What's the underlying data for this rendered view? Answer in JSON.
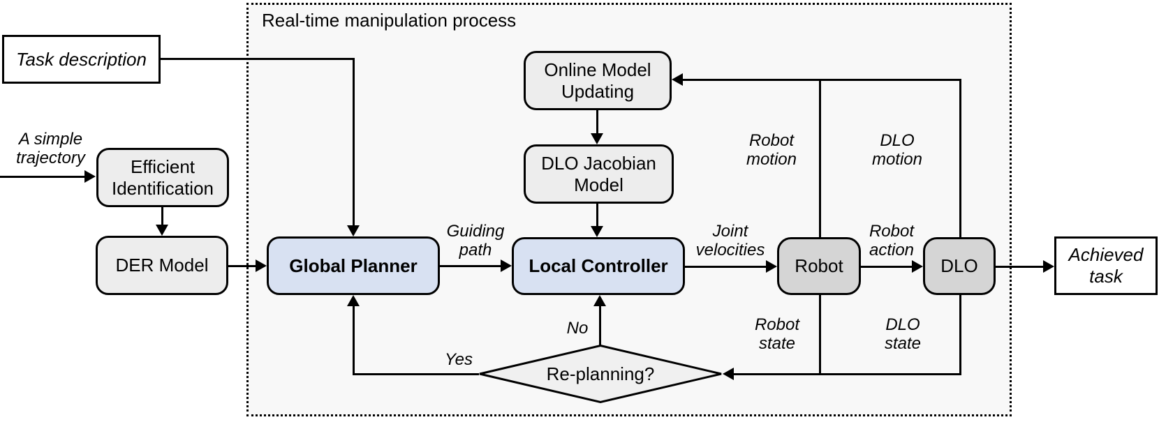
{
  "diagram": {
    "title": "Real-time manipulation process",
    "nodes": {
      "task_description": "Task description",
      "simple_trajectory": "A simple\ntrajectory",
      "efficient_identification": "Efficient\nIdentification",
      "der_model": "DER Model",
      "global_planner": "Global Planner",
      "local_controller": "Local Controller",
      "online_model_updating": "Online Model\nUpdating",
      "dlo_jacobian_model": "DLO Jacobian\nModel",
      "robot": "Robot",
      "dlo": "DLO",
      "replanning": "Re-planning?",
      "achieved_task": "Achieved\ntask"
    },
    "edge_labels": {
      "guiding_path": "Guiding\npath",
      "joint_velocities": "Joint\nvelocities",
      "robot_action": "Robot\naction",
      "robot_motion": "Robot\nmotion",
      "dlo_motion": "DLO\nmotion",
      "robot_state": "Robot\nstate",
      "dlo_state": "DLO\nstate",
      "yes": "Yes",
      "no": "No"
    },
    "colors": {
      "planner_fill": "#d8e1f2",
      "module_fill": "#ededed",
      "plant_fill": "#d5d5d5",
      "decision_fill": "#f0f0f0",
      "container_fill": "#f8f8f8",
      "line": "#000000"
    }
  }
}
